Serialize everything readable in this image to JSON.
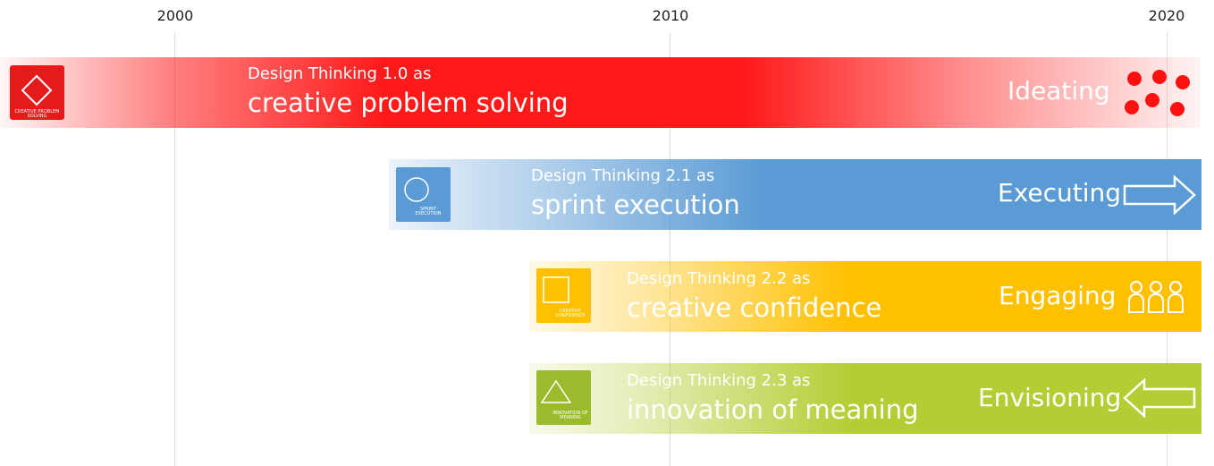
{
  "timeline": {
    "ticks": [
      "2000",
      "2010",
      "2020"
    ]
  },
  "bands": [
    {
      "subtitle": "Design Thinking 1.0 as",
      "title": "creative problem solving",
      "verb": "Ideating",
      "badge": "CREATIVE PROBLEM SOLVING",
      "color": "#ff1a1a",
      "icon": "dots-icon"
    },
    {
      "subtitle": "Design Thinking 2.1 as",
      "title": "sprint execution",
      "verb": "Executing",
      "badge": "SPRINT EXECUTION",
      "color": "#5b9bd5",
      "icon": "arrow-right-icon"
    },
    {
      "subtitle": "Design Thinking 2.2 as",
      "title": "creative confidence",
      "verb": "Engaging",
      "badge": "CREATIVE CONFIDENCE",
      "color": "#ffc000",
      "icon": "people-icon"
    },
    {
      "subtitle": "Design Thinking 2.3 as",
      "title": "innovation of meaning",
      "verb": "Envisioning",
      "badge": "INNOVATION OF MEANING",
      "color": "#b5cd34",
      "icon": "arrow-left-icon"
    }
  ]
}
